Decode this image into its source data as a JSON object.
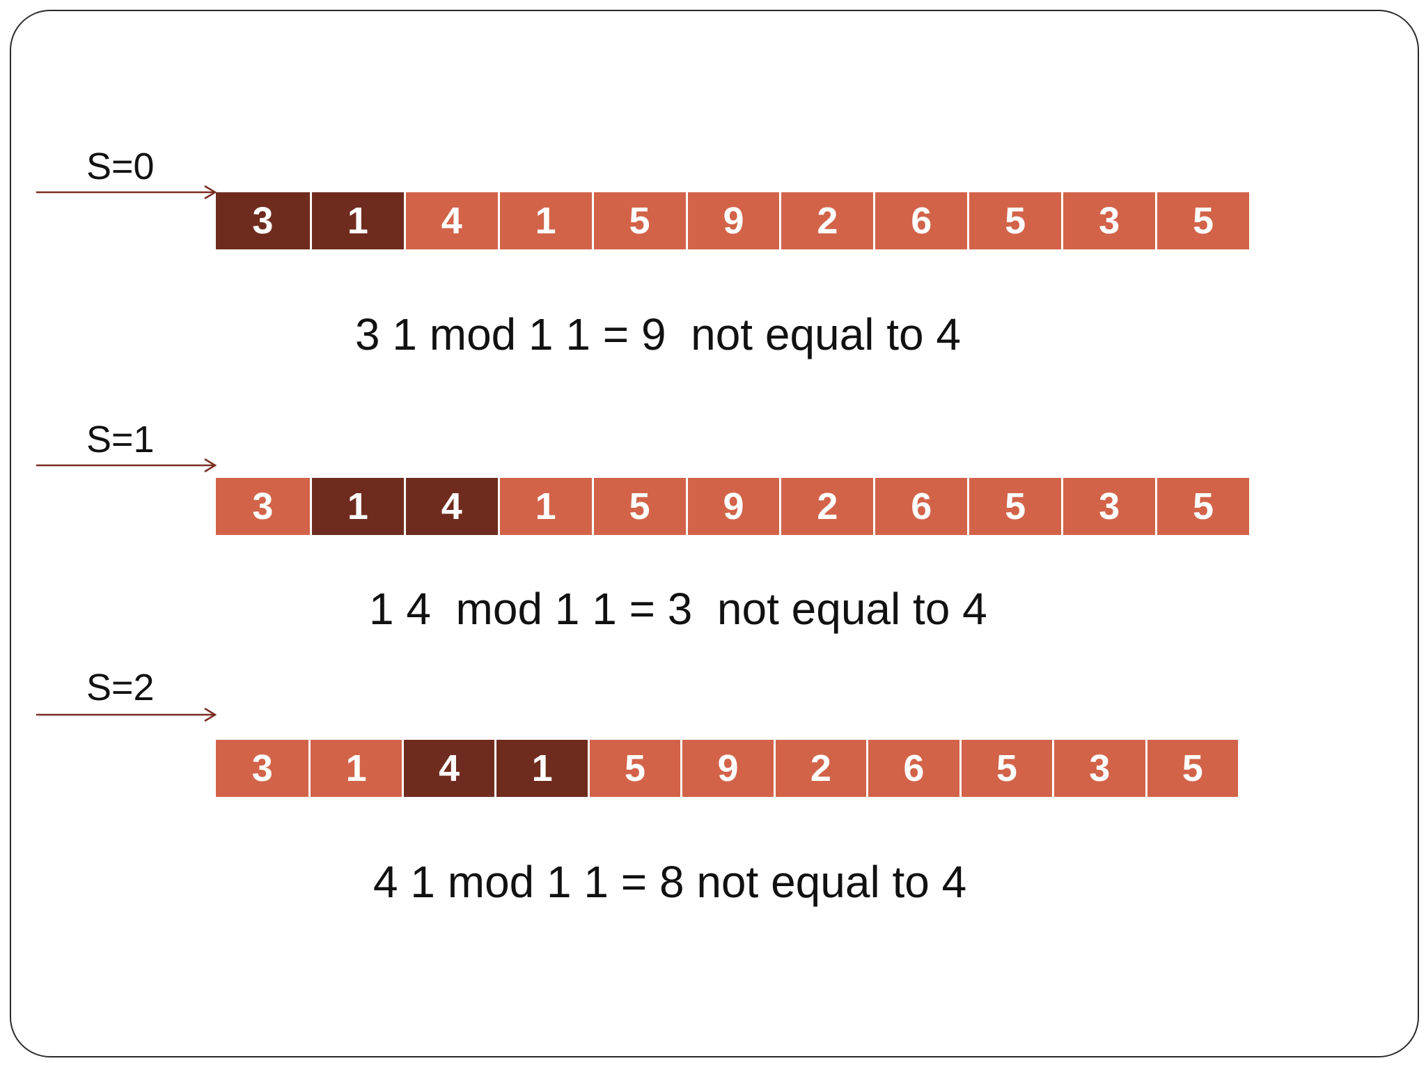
{
  "colors": {
    "highlight": "#6f2c1e",
    "base": "#d26349",
    "arrow": "#7a2e22",
    "text": "#111111"
  },
  "array": [
    "3",
    "1",
    "4",
    "1",
    "5",
    "9",
    "2",
    "6",
    "5",
    "3",
    "5"
  ],
  "steps": [
    {
      "shift_label": "S=0",
      "highlight": [
        0,
        1
      ],
      "expression": "3 1 mod 1 1 = 9  not equal to 4"
    },
    {
      "shift_label": "S=1",
      "highlight": [
        1,
        2
      ],
      "expression": "1 4  mod 1 1 = 3  not equal to 4"
    },
    {
      "shift_label": "S=2",
      "highlight": [
        2,
        3
      ],
      "expression": "4 1 mod 1 1 = 8 not equal to 4"
    }
  ]
}
